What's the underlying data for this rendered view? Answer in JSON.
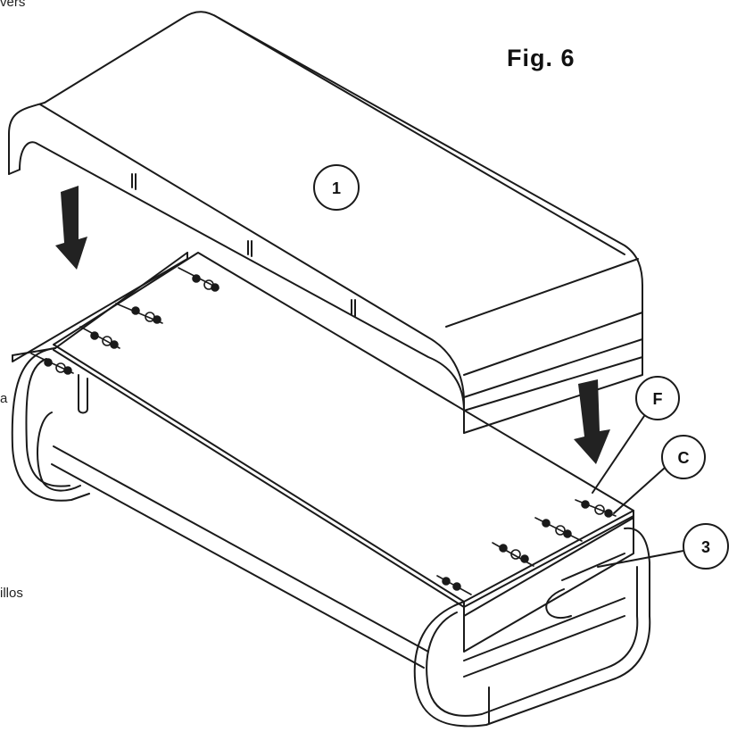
{
  "figure": {
    "title": "Fig.  6"
  },
  "callouts": {
    "part_1": "1",
    "part_F": "F",
    "part_C": "C",
    "part_3": "3"
  },
  "fragments": {
    "top": "vers",
    "middle": "a",
    "bottom": "illos"
  },
  "colors": {
    "line": "#1a1a1a",
    "arrow": "#222222",
    "background": "#ffffff"
  }
}
